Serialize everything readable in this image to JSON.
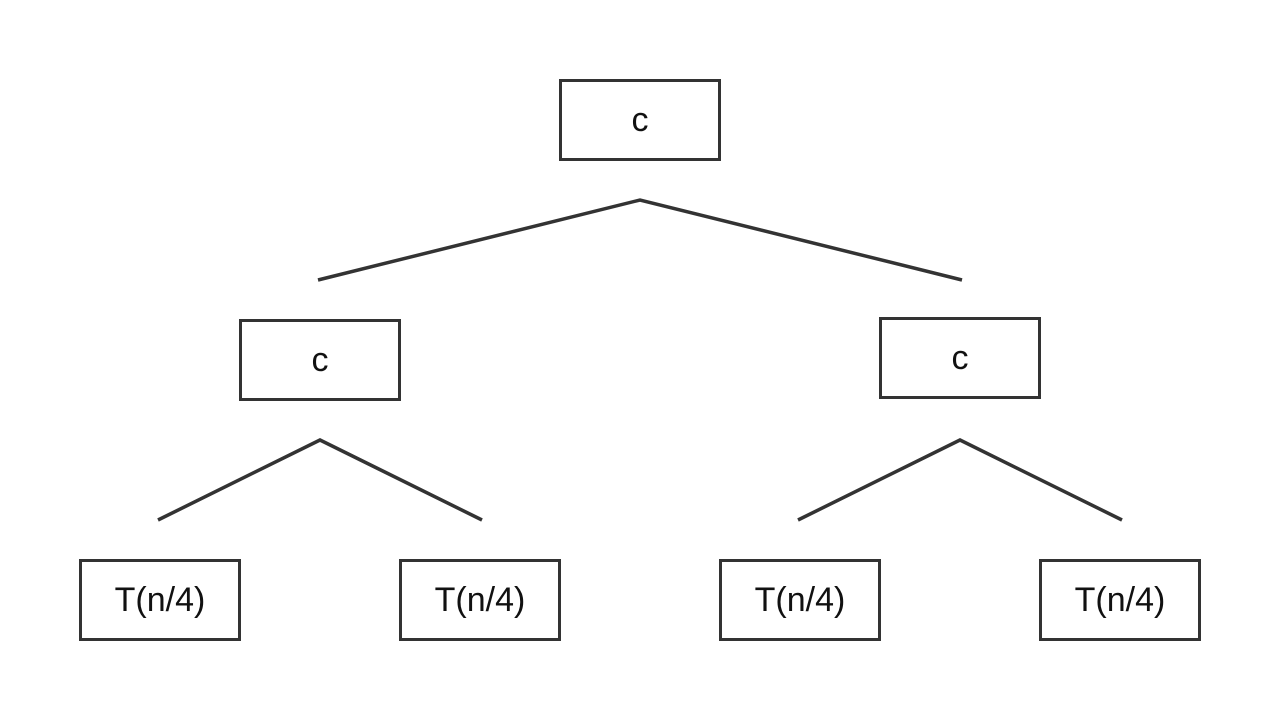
{
  "tree": {
    "root": {
      "label": "c"
    },
    "level1": [
      {
        "label": "c"
      },
      {
        "label": "c"
      }
    ],
    "level2": [
      {
        "label": "T(n/4)"
      },
      {
        "label": "T(n/4)"
      },
      {
        "label": "T(n/4)"
      },
      {
        "label": "T(n/4)"
      }
    ]
  },
  "colors": {
    "stroke": "#333333",
    "background": "#ffffff"
  }
}
